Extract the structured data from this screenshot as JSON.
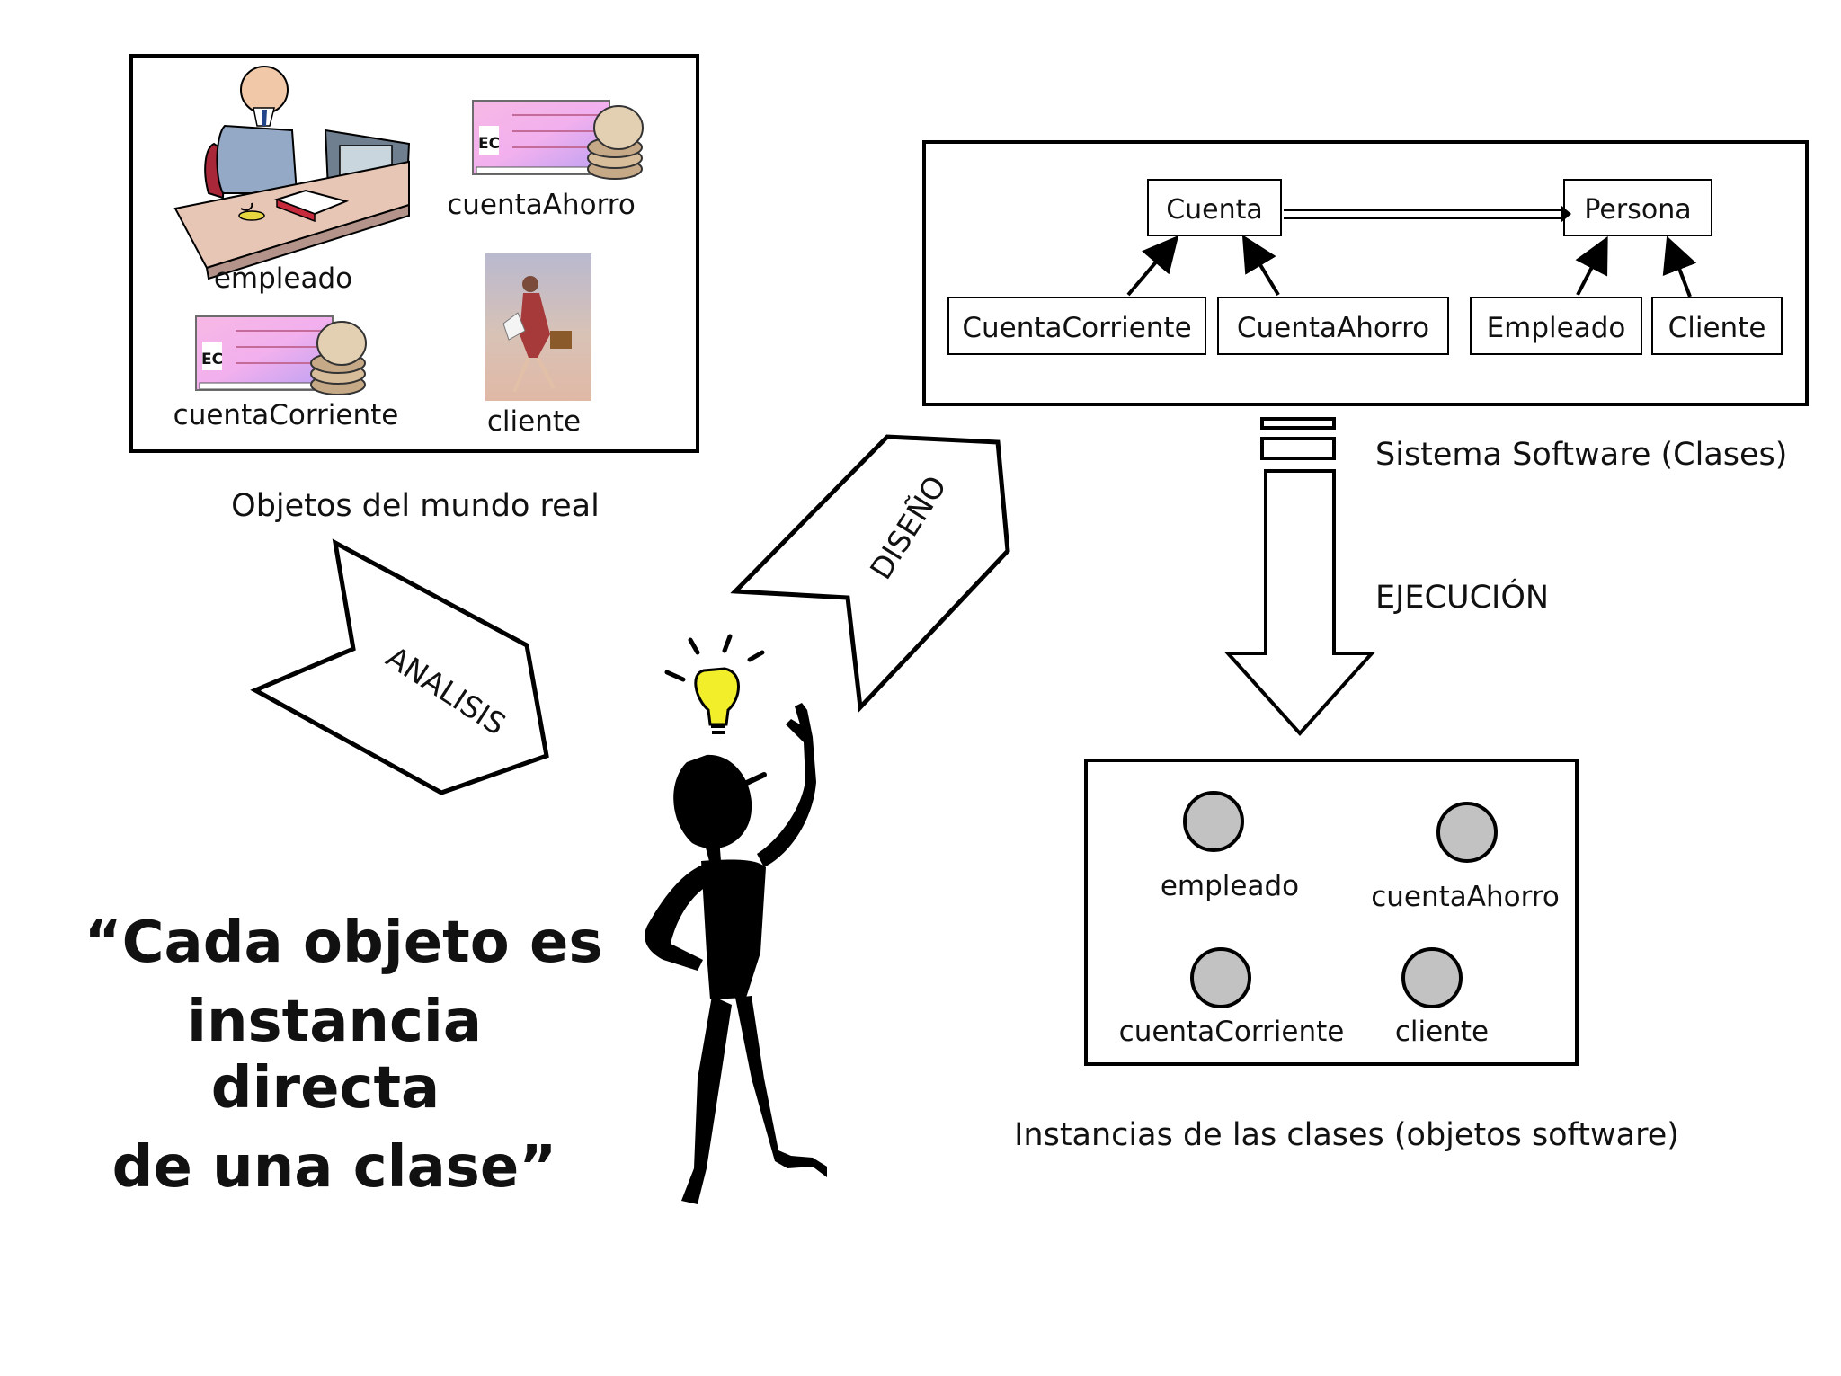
{
  "real_world": {
    "caption": "Objetos del mundo real",
    "objects": [
      "empleado",
      "cuentaAhorro",
      "cuentaCorriente",
      "cliente"
    ],
    "card_logo": "EC"
  },
  "class_system": {
    "caption": "Sistema Software (Clases)",
    "parents": [
      "Cuenta",
      "Persona"
    ],
    "children": [
      "CuentaCorriente",
      "CuentaAhorro",
      "Empleado",
      "Cliente"
    ]
  },
  "instances": {
    "caption": "Instancias de las clases (objetos software)",
    "items": [
      "empleado",
      "cuentaAhorro",
      "cuentaCorriente",
      "cliente"
    ],
    "circle_color": "#c2c2c2"
  },
  "arrows": {
    "analysis": "ANALISIS",
    "design": "DISEÑO",
    "execution": "EJECUCIÓN"
  },
  "quote": {
    "lines": [
      "“Cada objeto es",
      "instancia",
      "directa",
      "de una clase”"
    ]
  },
  "colors": {
    "bulb": "#f2ee2a",
    "figure": "#000000",
    "card_gradient_start": "#f7b8e4",
    "card_gradient_end": "#b9a0f3"
  }
}
